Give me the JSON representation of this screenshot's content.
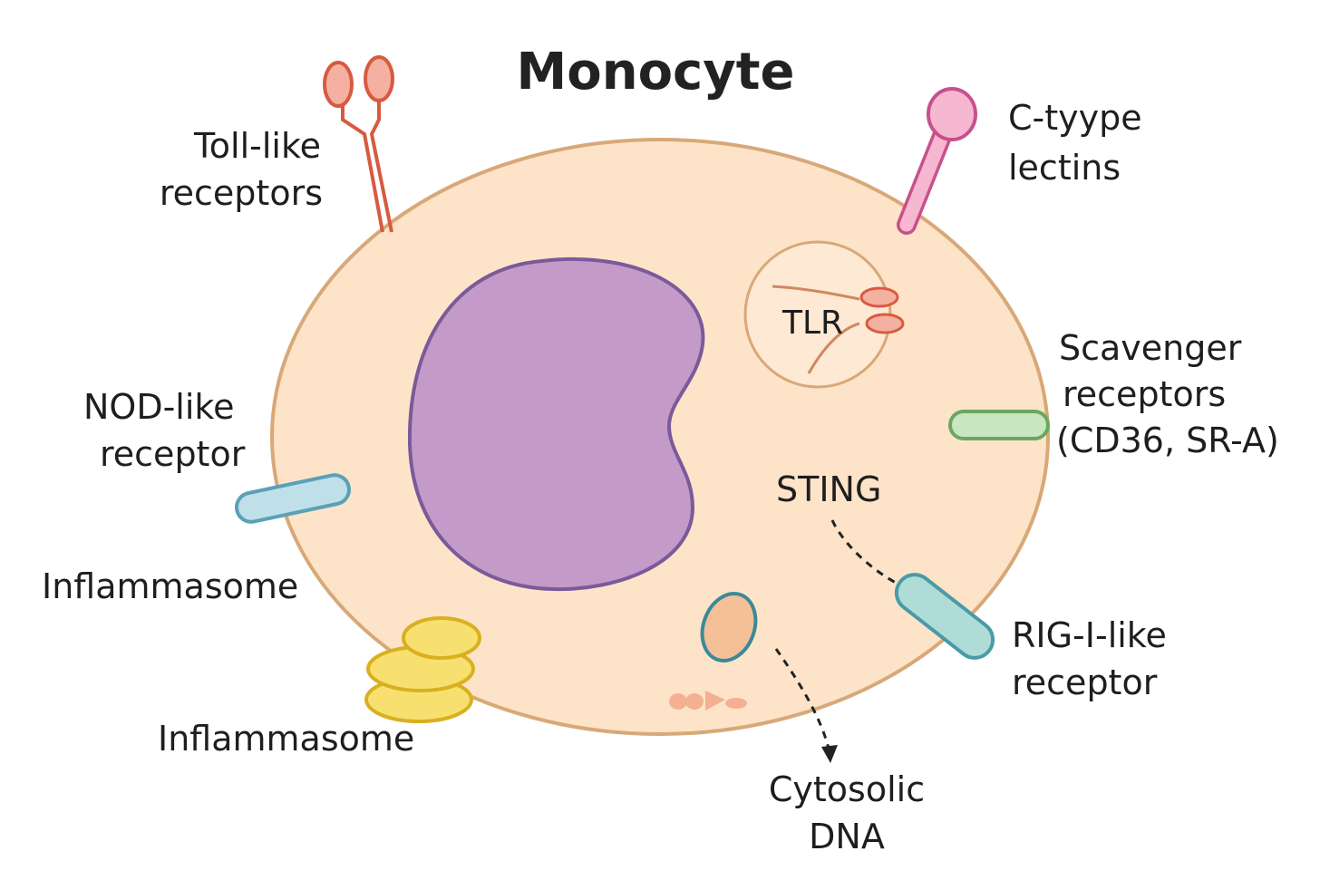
{
  "title": "Monocyte",
  "labels": {
    "toll_like": [
      "Toll-like",
      "receptors"
    ],
    "c_type": [
      "C-tyype",
      "lectins"
    ],
    "tlr": "TLR",
    "scavenger": [
      "Scavenger",
      "receptors",
      "(CD36, SR-A)"
    ],
    "nod_like": [
      "NOD-like",
      "receptor"
    ],
    "sting": "STING",
    "inflammasome_upper": "Inflammasome",
    "inflammasome_lower": "Inflammasome",
    "rig_like": [
      "RIG-I-like",
      "receptor"
    ],
    "cytosolic_dna": [
      "Cytosolic",
      "DNA"
    ]
  },
  "colors": {
    "cytoplasm": "#fde4c8",
    "membrane": "#d8a878",
    "nucleus_fill": "#c49ac8",
    "nucleus_stroke": "#7a5a9a",
    "toll_receptor": "#f4b0a0",
    "toll_stroke": "#d85a40",
    "c_type_fill": "#f5b8d0",
    "c_type_stroke": "#c8508c",
    "scavenger_fill": "#c8e6c0",
    "scavenger_stroke": "#6aa860",
    "nod_fill": "#bfe0e8",
    "nod_stroke": "#5aa0b8",
    "rig_fill": "#b0dcd8",
    "rig_stroke": "#4a9aa8",
    "inflammasome_fill": "#f8e070",
    "inflammasome_stroke": "#d8b020",
    "vesicle_fill": "#f4c098",
    "vesicle_stroke": "#3a8a98"
  }
}
